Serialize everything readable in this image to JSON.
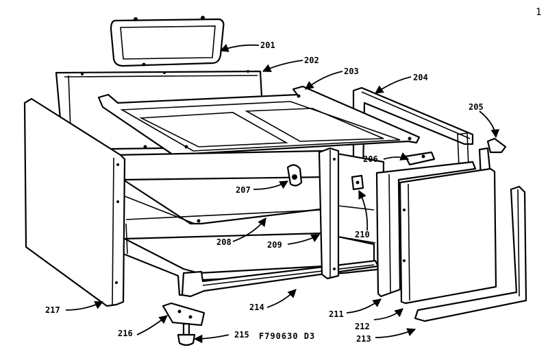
{
  "corner_mark": "1",
  "drawing_code": "F790630 D3",
  "callouts": [
    {
      "id": "201",
      "label": "201"
    },
    {
      "id": "202",
      "label": "202"
    },
    {
      "id": "203",
      "label": "203"
    },
    {
      "id": "204",
      "label": "204"
    },
    {
      "id": "205",
      "label": "205"
    },
    {
      "id": "206",
      "label": "206"
    },
    {
      "id": "207",
      "label": "207"
    },
    {
      "id": "208",
      "label": "208"
    },
    {
      "id": "209",
      "label": "209"
    },
    {
      "id": "210",
      "label": "210"
    },
    {
      "id": "211",
      "label": "211"
    },
    {
      "id": "212",
      "label": "212"
    },
    {
      "id": "213",
      "label": "213"
    },
    {
      "id": "214",
      "label": "214"
    },
    {
      "id": "215",
      "label": "215"
    },
    {
      "id": "216",
      "label": "216"
    },
    {
      "id": "217",
      "label": "217"
    }
  ]
}
